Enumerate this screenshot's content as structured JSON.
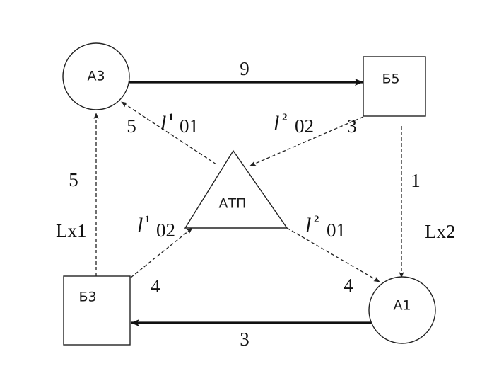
{
  "nodes": {
    "a3": {
      "label": "А3",
      "shape": "circle"
    },
    "b5": {
      "label": "Б5",
      "shape": "square"
    },
    "atp": {
      "label": "АТП",
      "shape": "triangle"
    },
    "b3": {
      "label": "Б3",
      "shape": "square"
    },
    "a1": {
      "label": "А1",
      "shape": "circle"
    }
  },
  "edges": {
    "a3_b5": {
      "label": "9",
      "style": "solid"
    },
    "a1_b3": {
      "label": "3",
      "style": "solid"
    },
    "b3_a3": {
      "label": "5",
      "style": "dashed"
    },
    "b5_a1": {
      "label": "1",
      "style": "dashed"
    },
    "atp_a3": {
      "label": "5",
      "style": "dashed"
    },
    "b5_atp": {
      "label": "3",
      "style": "dashed"
    },
    "b3_atp": {
      "label": "4",
      "style": "dashed"
    },
    "atp_a1": {
      "label": "4",
      "style": "dashed"
    }
  },
  "route_labels": {
    "l1_01": {
      "letter": "l",
      "superscript": "1",
      "code": "01"
    },
    "l2_02": {
      "letter": "l",
      "superscript": "2",
      "code": "02"
    },
    "l1_02": {
      "letter": "l",
      "superscript": "1",
      "code": "02"
    },
    "l2_01": {
      "letter": "l",
      "superscript": "2",
      "code": "01"
    }
  },
  "side_labels": {
    "lx1": "Lx1",
    "lx2": "Lx2"
  },
  "colors": {
    "stroke": "#111111",
    "background": "#ffffff"
  }
}
